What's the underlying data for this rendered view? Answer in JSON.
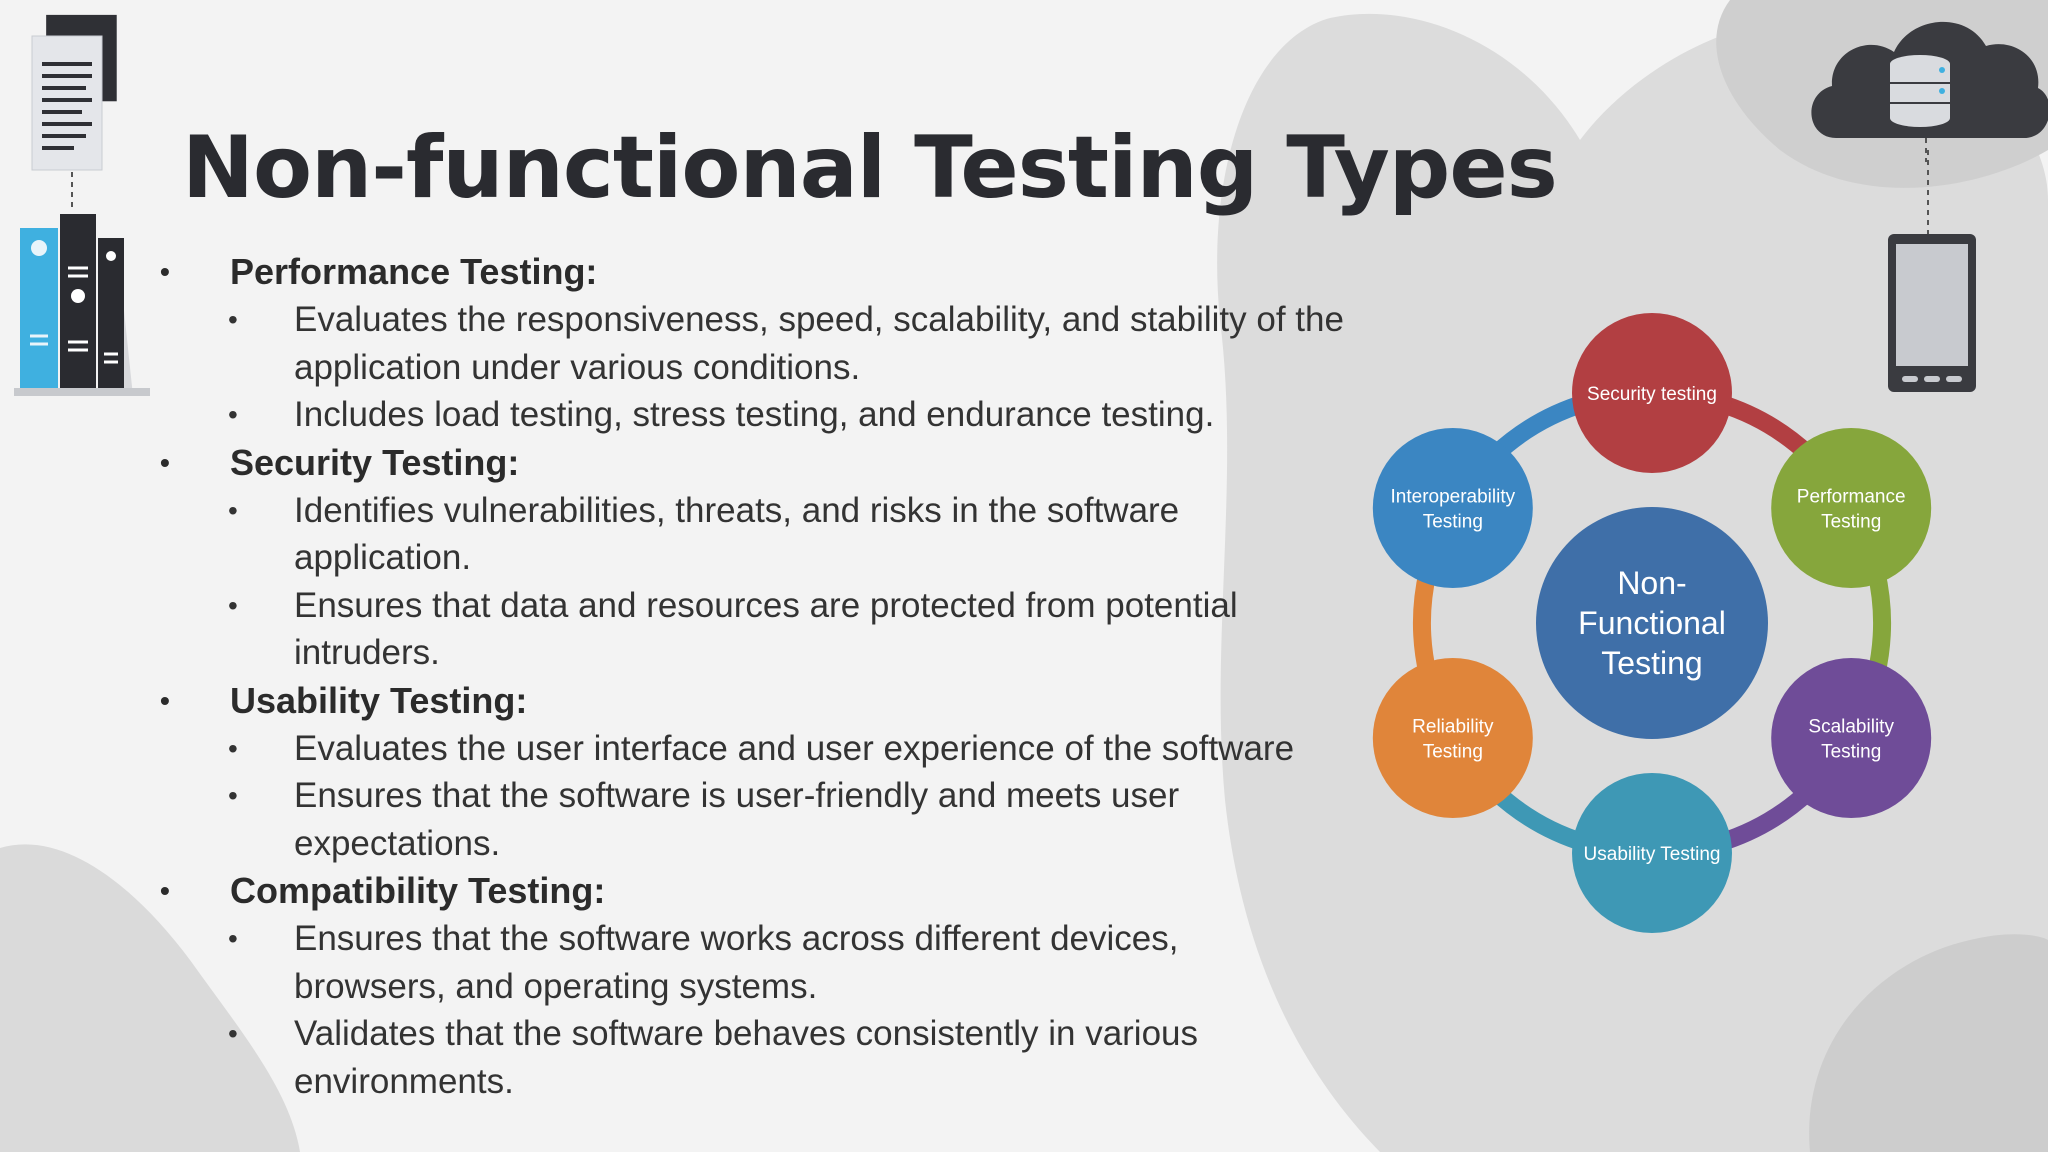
{
  "title": "Non-functional Testing Types",
  "sections": [
    {
      "heading": "Performance Testing:",
      "bullets": [
        "Evaluates the responsiveness, speed, scalability, and stability of the application under various conditions.",
        "Includes load testing, stress testing, and endurance testing."
      ]
    },
    {
      "heading": "Security Testing:",
      "bullets": [
        "Identifies vulnerabilities, threats, and risks in the software application.",
        "Ensures that data and resources are protected from potential intruders."
      ]
    },
    {
      "heading": "Usability Testing:",
      "bullets": [
        "Evaluates the user interface and user experience of the software",
        "Ensures that the software is user-friendly and meets user expectations."
      ]
    },
    {
      "heading": "Compatibility Testing:",
      "bullets": [
        "Ensures that the software works across different devices, browsers, and operating systems.",
        "Validates that the software behaves consistently in various environments."
      ]
    }
  ],
  "diagram": {
    "center": {
      "lines": [
        "Non-",
        "Functional",
        "Testing"
      ],
      "color": "#3f6fa8"
    },
    "nodes": [
      {
        "name": "security",
        "lines": [
          "Security testing"
        ],
        "color": "#b23f42"
      },
      {
        "name": "performance",
        "lines": [
          "Performance",
          "Testing"
        ],
        "color": "#86a63c"
      },
      {
        "name": "scalability",
        "lines": [
          "Scalability",
          "Testing"
        ],
        "color": "#6f4c98"
      },
      {
        "name": "usability",
        "lines": [
          "Usability Testing"
        ],
        "color": "#3e98b5"
      },
      {
        "name": "reliability",
        "lines": [
          "Reliability",
          "Testing"
        ],
        "color": "#e0853a"
      },
      {
        "name": "interoperability",
        "lines": [
          "Interoperability",
          "Testing"
        ],
        "color": "#3b86c2"
      }
    ]
  },
  "icons": {
    "documents": "documents-icon",
    "binders": "binders-icon",
    "cloud_database": "cloud-database-icon",
    "mobile_phone": "mobile-phone-icon"
  }
}
